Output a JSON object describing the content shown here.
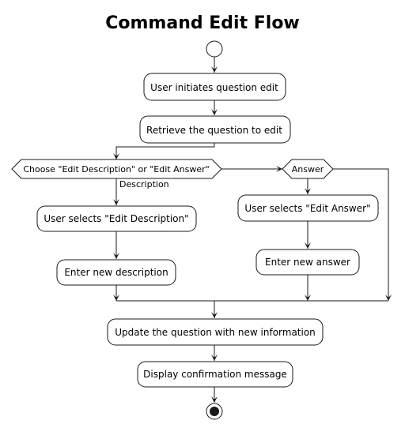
{
  "title": "Command Edit Flow",
  "nodes": {
    "initiate": "User initiates question edit",
    "retrieve": "Retrieve the question to edit",
    "choose": "Choose \"Edit Description\" or \"Edit Answer\"",
    "answer_branch": "Answer",
    "select_description": "User selects \"Edit Description\"",
    "enter_description": "Enter new description",
    "select_answer": "User selects \"Edit Answer\"",
    "enter_answer": "Enter new answer",
    "update": "Update the question with new information",
    "confirm": "Display confirmation message"
  },
  "edge_labels": {
    "description": "Description"
  }
}
